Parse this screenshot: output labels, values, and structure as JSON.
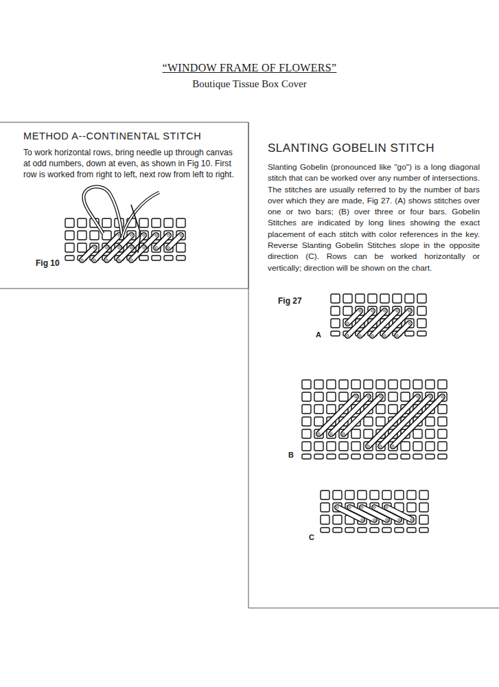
{
  "diagram": {
    "title": "“WINDOW FRAME OF FLOWERS”",
    "nodes": [
      {
        "text": [
          "METHOD A--CONTINENTAL STITCH",
          "To work horizontal rows, bring needle up through canvas at odd numbers, down at even, as shown in Fig 10. First row is worked from right to left, next row from left to right."
        ]
      },
      {
        "text": [
          "SLANTING GOBELIN STITCH",
          "Slanting Gobelin (pronounced like \"go\") is a long diagonal stitch that can be worked over any number of intersections. The stitches are usually referred to by the number of bars over which they are made, Fig 27. (A) shows stitches over one or two bars; (B) over three or four bars. Gobelin Stitches are indicated by long lines showing the exact placement of each stitch with color references in the key. Reverse Slanting Gobelin Stitches slope in the opposite direction (C). Rows can be worked horizontally or vertically; direction will be shown on the chart."
        ]
      }
    ],
    "labels": [
      "Boutique Tissue Box Cover",
      "Fig 10",
      "Fig 27",
      "A",
      "B",
      "C"
    ]
  }
}
